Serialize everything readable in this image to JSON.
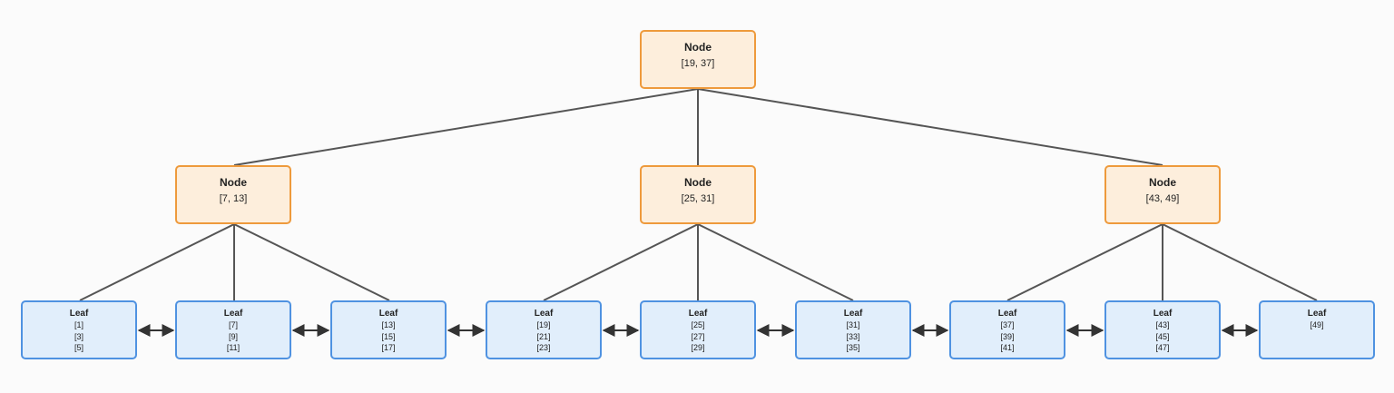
{
  "colors": {
    "internal_fill": "#fdeedc",
    "internal_border": "#ee9a3c",
    "leaf_fill": "#e1eefb",
    "leaf_border": "#4f92e1",
    "edge": "#555555"
  },
  "tree": {
    "root": {
      "title": "Node",
      "keys": "[19, 37]"
    },
    "internal": [
      {
        "title": "Node",
        "keys": "[7, 13]"
      },
      {
        "title": "Node",
        "keys": "[25, 31]"
      },
      {
        "title": "Node",
        "keys": "[43, 49]"
      }
    ],
    "leaves": [
      {
        "title": "Leaf",
        "keys": [
          "[1]",
          "[3]",
          "[5]"
        ]
      },
      {
        "title": "Leaf",
        "keys": [
          "[7]",
          "[9]",
          "[11]"
        ]
      },
      {
        "title": "Leaf",
        "keys": [
          "[13]",
          "[15]",
          "[17]"
        ]
      },
      {
        "title": "Leaf",
        "keys": [
          "[19]",
          "[21]",
          "[23]"
        ]
      },
      {
        "title": "Leaf",
        "keys": [
          "[25]",
          "[27]",
          "[29]"
        ]
      },
      {
        "title": "Leaf",
        "keys": [
          "[31]",
          "[33]",
          "[35]"
        ]
      },
      {
        "title": "Leaf",
        "keys": [
          "[37]",
          "[39]",
          "[41]"
        ]
      },
      {
        "title": "Leaf",
        "keys": [
          "[43]",
          "[45]",
          "[47]"
        ]
      },
      {
        "title": "Leaf",
        "keys": [
          "[49]"
        ]
      }
    ]
  }
}
